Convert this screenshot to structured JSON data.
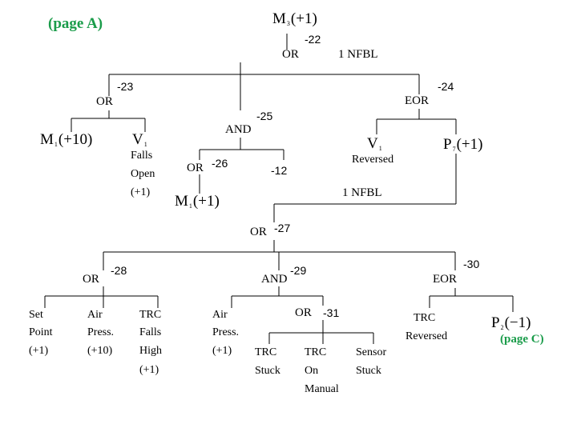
{
  "colors": {
    "page_label": "#1a9c4a",
    "ink": "#000000"
  },
  "page_refs": {
    "top": "(page A)",
    "bottom": "(page C)"
  },
  "nodes": {
    "m3": {
      "letter": "M",
      "sub": "3",
      "value": "(+1)"
    },
    "m1_top": {
      "letter": "M",
      "sub": "1",
      "value": "(+10)"
    },
    "v1_left": {
      "letter": "V",
      "sub": "1"
    },
    "v1_right": {
      "letter": "V",
      "sub": "1"
    },
    "p7": {
      "letter": "P",
      "sub": "7",
      "value": "(+1)"
    },
    "m1_mid": {
      "letter": "M",
      "sub": "1",
      "value": "(+1)"
    },
    "p2": {
      "letter": "P",
      "sub": "2",
      "value": "(−1)"
    }
  },
  "gates": {
    "g22": {
      "type": "OR",
      "id": "-22"
    },
    "g23": {
      "type": "OR",
      "id": "-23"
    },
    "g24": {
      "type": "EOR",
      "id": "-24"
    },
    "g25": {
      "type": "AND",
      "id": "-25"
    },
    "g26": {
      "type": "OR",
      "id": "-26"
    },
    "g12": {
      "id": "-12"
    },
    "g27": {
      "type": "OR",
      "id": "-27"
    },
    "g28": {
      "type": "OR",
      "id": "-28"
    },
    "g29": {
      "type": "AND",
      "id": "-29"
    },
    "g30": {
      "type": "EOR",
      "id": "-30"
    },
    "g31": {
      "type": "OR",
      "id": "-31"
    }
  },
  "notes": {
    "nfbl_top": "1  NFBL",
    "nfbl_mid": "1  NFBL"
  },
  "events": {
    "falls_open": [
      "Falls",
      "Open",
      "(+1)"
    ],
    "reversed_upper": "Reversed",
    "set_point": [
      "Set",
      "Point",
      "(+1)"
    ],
    "air_press_10": [
      "Air",
      "Press.",
      "(+10)"
    ],
    "trc_falls_high": [
      "TRC",
      "Falls",
      "High",
      "(+1)"
    ],
    "air_press_1": [
      "Air",
      "Press.",
      "(+1)"
    ],
    "trc_stuck": [
      "TRC",
      "Stuck"
    ],
    "trc_on_manual": [
      "TRC",
      "On",
      "Manual"
    ],
    "sensor_stuck": [
      "Sensor",
      "Stuck"
    ],
    "trc_reversed": [
      "TRC",
      "Reversed"
    ]
  }
}
